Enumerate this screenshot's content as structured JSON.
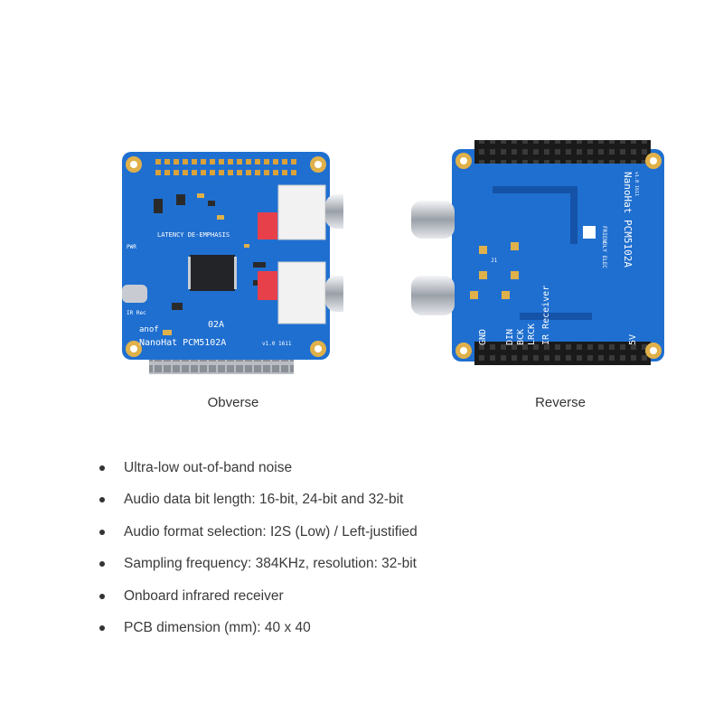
{
  "photos": {
    "obverse": {
      "caption": "Obverse",
      "silkscreen": {
        "brand": "anof",
        "model": "NanoHat  PCM5102A",
        "version": "v1.0 1611",
        "latency_label": "LATENCY  DE-EMPHASIS",
        "chip_label": "02A",
        "pwr": "PWR",
        "ir_rec": "IR Rec"
      }
    },
    "reverse": {
      "caption": "Reverse",
      "silkscreen": {
        "model": "NanoHat  PCM5102A",
        "version": "v1.0 1611",
        "brand": "FRIENDLY ELEC",
        "ir_receiver": "IR Receiver",
        "gnd": "GND",
        "din": "DIN",
        "bck": "BCK",
        "lrck": "LRCK",
        "five_v": "5V",
        "j1": "J1"
      }
    }
  },
  "features": [
    "Ultra-low out-of-band noise",
    "Audio data bit length: 16-bit, 24-bit and 32-bit",
    "Audio format selection: I2S (Low) / Left-justified",
    "Sampling frequency: 384KHz, resolution: 32-bit",
    "Onboard infrared receiver",
    "PCB dimension (mm): 40 x 40"
  ],
  "colors": {
    "pcb_blue": "#1f6fd0",
    "pcb_dark_blue": "#1553a8",
    "header_black": "#1a1a1a",
    "pin_gold": "#d9a23a",
    "pad_gold": "#e0b14a",
    "rca_red": "#e8404a",
    "rca_white": "#f2f2f2",
    "chrome": "#c8ccd2"
  }
}
